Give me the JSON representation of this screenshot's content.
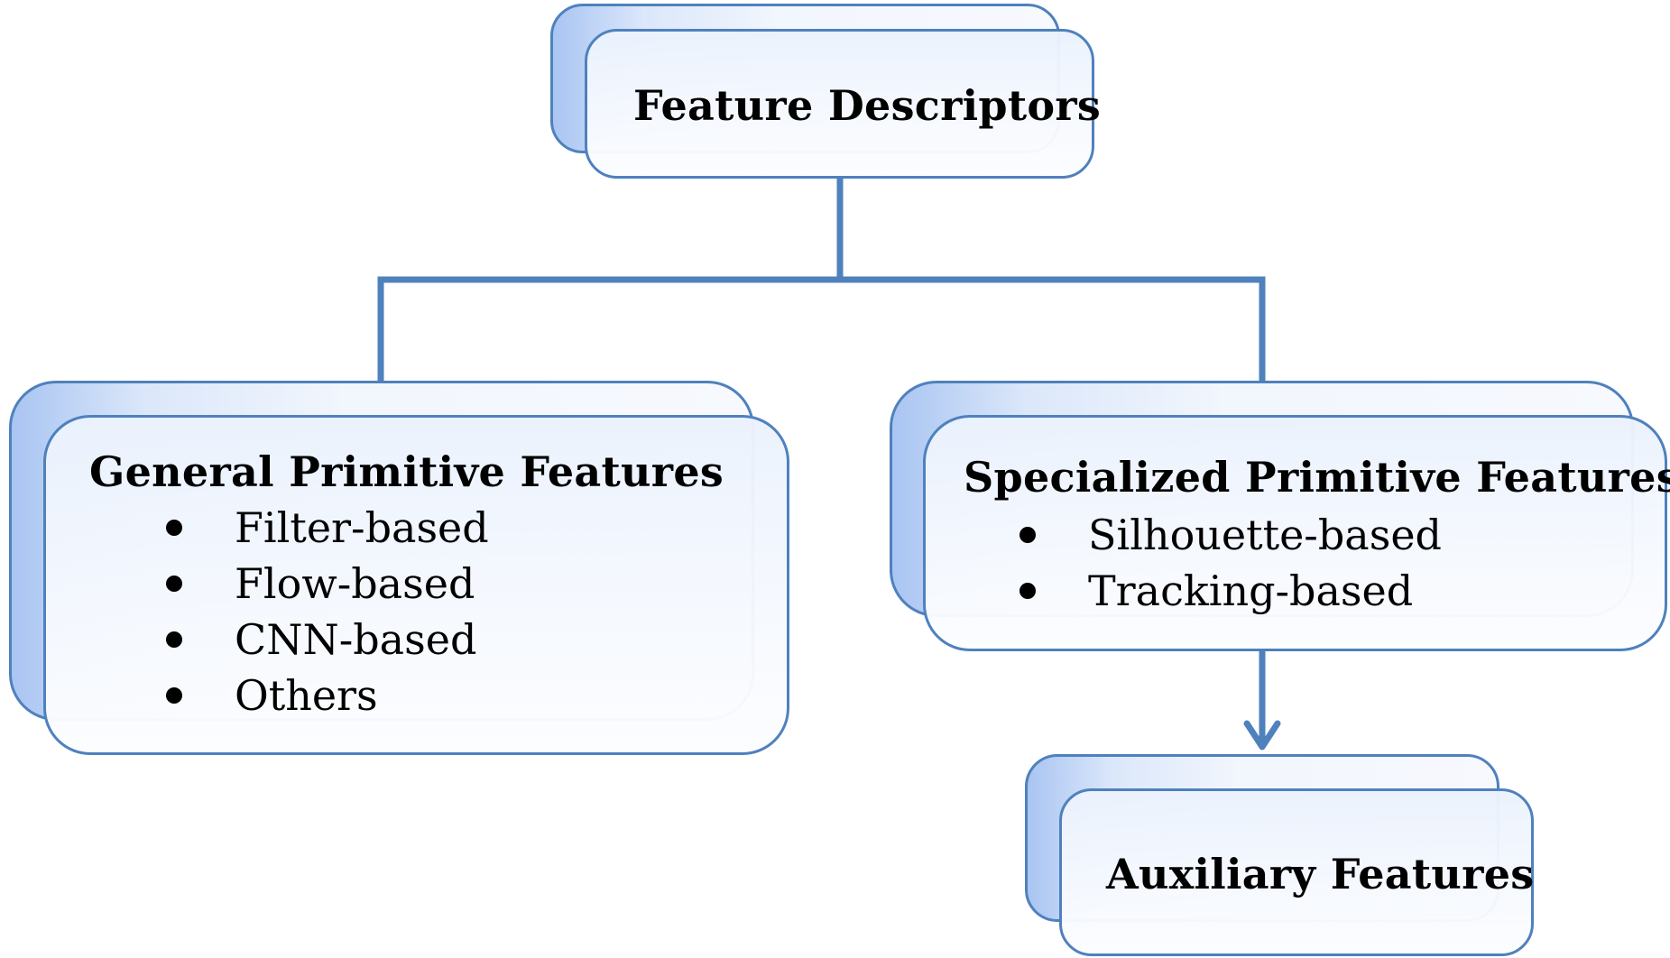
{
  "colors": {
    "border": "#4f81bd",
    "connector": "#4f81bd",
    "text": "#000000"
  },
  "nodes": {
    "root": {
      "title": "Feature Descriptors"
    },
    "general": {
      "title": "General Primitive Features",
      "items": [
        "Filter-based",
        "Flow-based",
        "CNN-based",
        "Others"
      ]
    },
    "specialized": {
      "title": "Specialized Primitive Features",
      "items": [
        "Silhouette-based",
        "Tracking-based"
      ]
    },
    "auxiliary": {
      "title": "Auxiliary Features"
    }
  },
  "edges": [
    {
      "from": "root",
      "to": "general",
      "style": "line"
    },
    {
      "from": "root",
      "to": "specialized",
      "style": "line"
    },
    {
      "from": "specialized",
      "to": "auxiliary",
      "style": "arrow"
    }
  ]
}
